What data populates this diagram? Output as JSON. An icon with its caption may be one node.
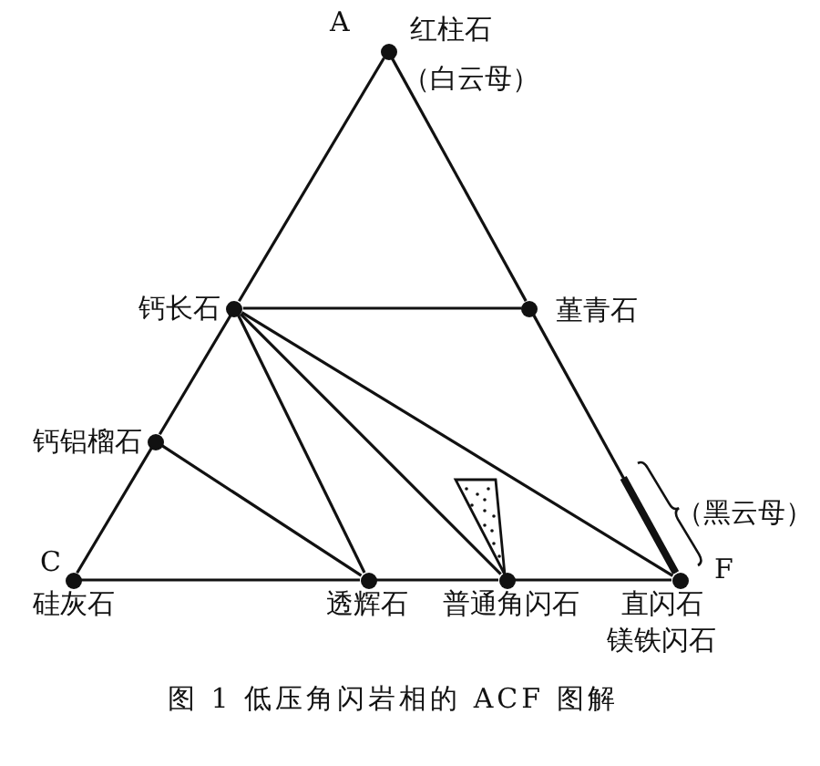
{
  "diagram": {
    "caption": "图 1 低压角闪岩相的 ACF 图解",
    "nodes": [
      {
        "text": [
          "A",
          "红柱石",
          "（白云母）"
        ]
      },
      {
        "text": [
          "钙长石"
        ]
      },
      {
        "text": [
          "堇青石"
        ]
      },
      {
        "text": [
          "钙铝榴石"
        ]
      },
      {
        "text": [
          "C",
          "硅灰石"
        ]
      },
      {
        "text": [
          "透辉石"
        ]
      },
      {
        "text": [
          "普通角闪石"
        ]
      },
      {
        "text": [
          "F",
          "直闪石",
          "镁铁闪石"
        ]
      }
    ],
    "edges": [
      {
        "from": 0,
        "to": 1,
        "arrow": "none"
      },
      {
        "from": 1,
        "to": 3,
        "arrow": "none"
      },
      {
        "from": 3,
        "to": 4,
        "arrow": "none"
      },
      {
        "from": 4,
        "to": 5,
        "arrow": "none"
      },
      {
        "from": 5,
        "to": 6,
        "arrow": "none"
      },
      {
        "from": 6,
        "to": 7,
        "arrow": "none"
      },
      {
        "from": 7,
        "to": 2,
        "arrow": "none"
      },
      {
        "from": 2,
        "to": 0,
        "arrow": "none"
      },
      {
        "from": 1,
        "to": 2,
        "arrow": "none"
      },
      {
        "from": 1,
        "to": 5,
        "arrow": "none"
      },
      {
        "from": 1,
        "to": 6,
        "arrow": "none"
      },
      {
        "from": 1,
        "to": 7,
        "arrow": "none"
      },
      {
        "from": 3,
        "to": 5,
        "arrow": "none"
      }
    ],
    "labels": [
      "（黑云母）"
    ]
  }
}
